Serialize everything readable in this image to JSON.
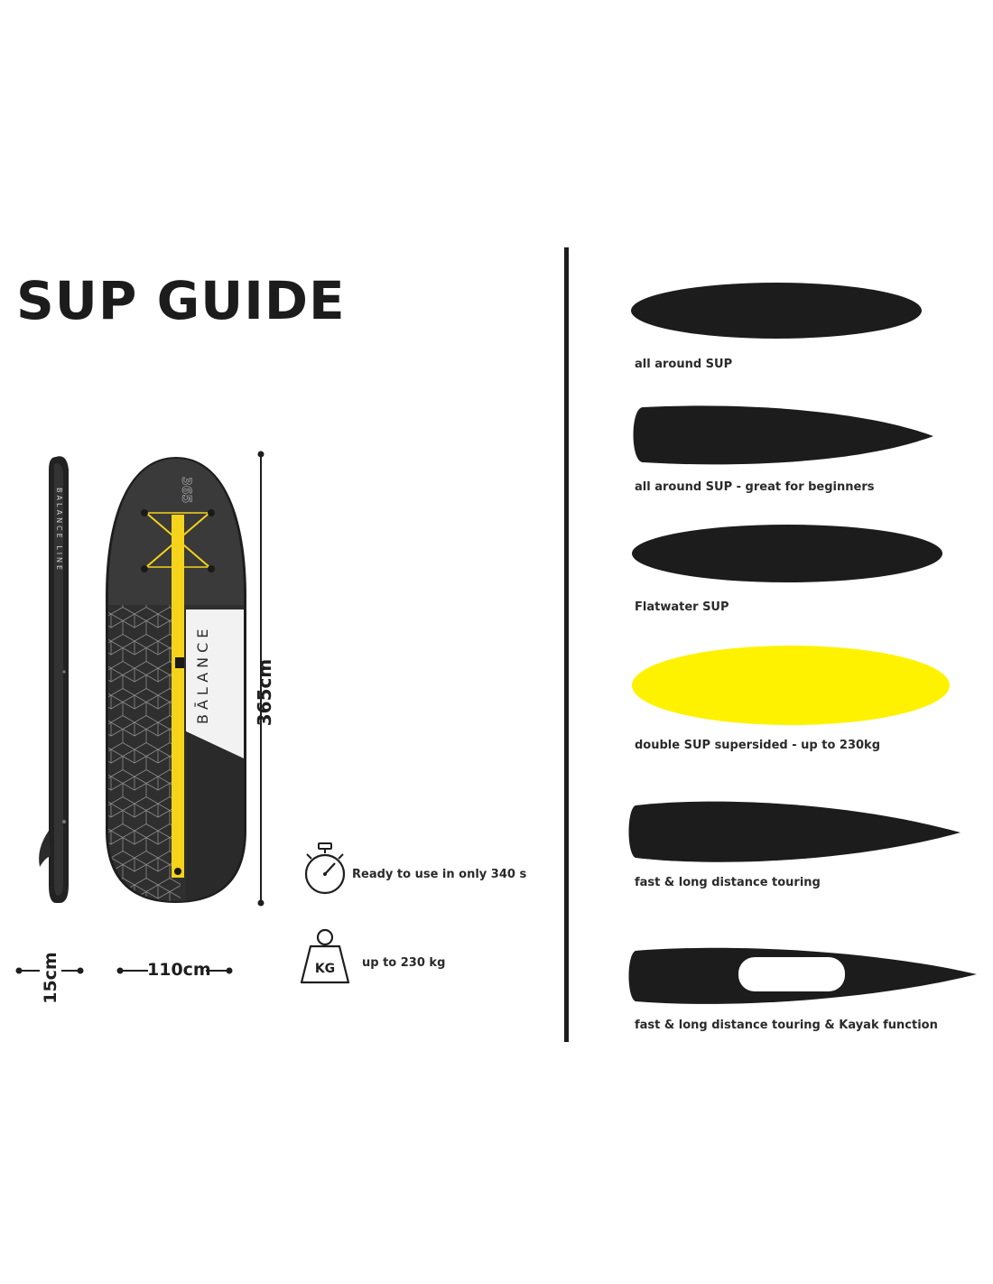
{
  "title": "SUP GUIDE",
  "board": {
    "brand_vertical": "BĀLANCE",
    "side_text": "BALANCE LINE",
    "nose_number": "365",
    "colors": {
      "dark": "#2b2b2b",
      "deck": "#3a3a3a",
      "accent": "#f5d31a",
      "white": "#f2f2f2"
    }
  },
  "dimensions": {
    "length": "365cm",
    "width": "110cm",
    "thickness": "15cm"
  },
  "features": [
    {
      "icon": "stopwatch-icon",
      "text": "Ready to use in only 340 s"
    },
    {
      "icon": "weight-icon",
      "icon_label": "KG",
      "text": "up to 230 kg"
    }
  ],
  "shapes": [
    {
      "label": "all around SUP",
      "color": "#1c1c1c"
    },
    {
      "label": "all around SUP - great for beginners",
      "color": "#1c1c1c"
    },
    {
      "label": "Flatwater SUP",
      "color": "#1c1c1c"
    },
    {
      "label": "double SUP supersided - up to 230kg",
      "color": "#fff200"
    },
    {
      "label": "fast & long distance touring",
      "color": "#1c1c1c"
    },
    {
      "label": "fast & long distance touring & Kayak function",
      "color": "#1c1c1c"
    }
  ]
}
